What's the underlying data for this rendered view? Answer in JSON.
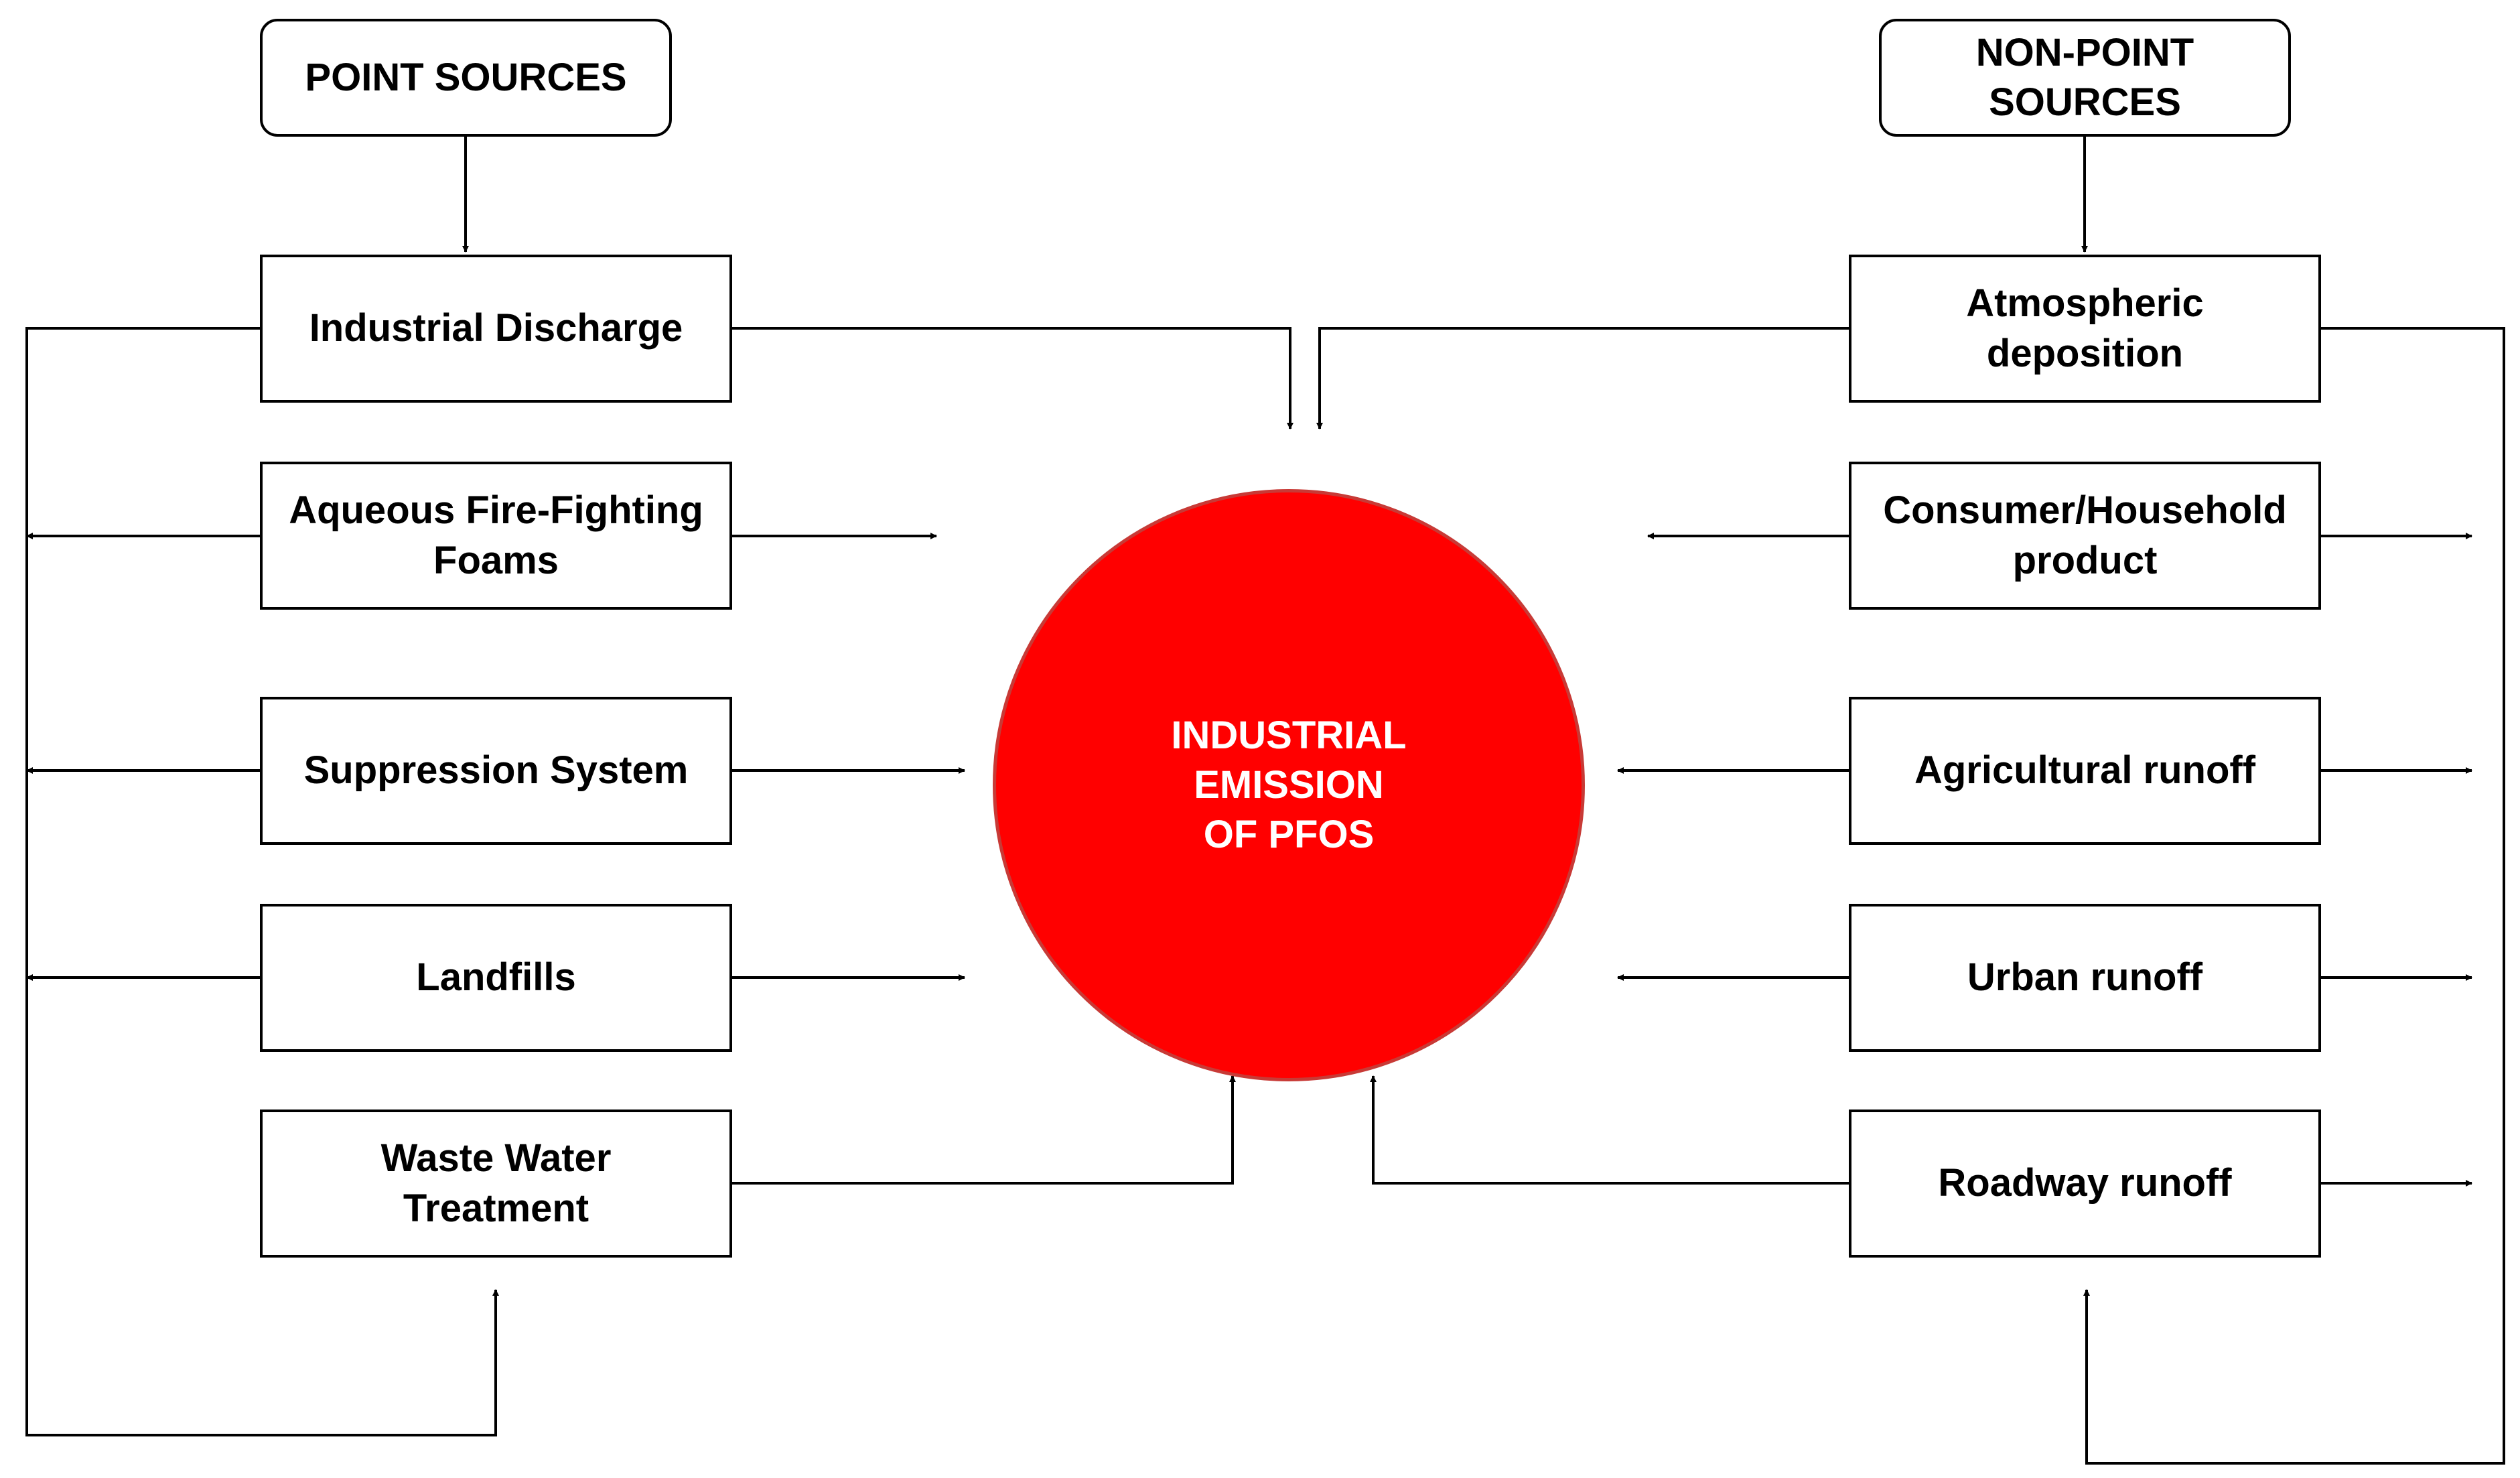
{
  "colors": {
    "circle_fill": "#ff0000",
    "circle_text": "#ffffff",
    "line": "#000000"
  },
  "headers": {
    "point": "POINT SOURCES",
    "nonpoint": "NON-POINT\nSOURCES"
  },
  "center": {
    "label": "INDUSTRIAL\nEMISSION\n OF PFOS"
  },
  "point_sources": [
    "Industrial Discharge",
    "Aqueous Fire-Fighting\nFoams",
    "Suppression  System",
    "Landfills",
    "Waste Water\nTreatment"
  ],
  "nonpoint_sources": [
    "Atmospheric\ndeposition",
    "Consumer/Household\nproduct",
    "Agricultural runoff",
    "Urban runoff",
    "Roadway runoff"
  ]
}
